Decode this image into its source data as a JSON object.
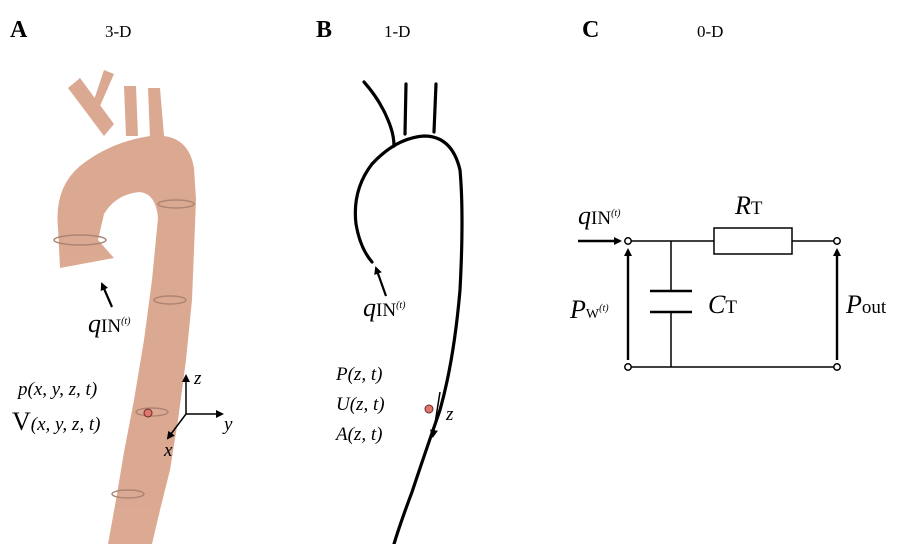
{
  "panels": [
    {
      "letter": "A",
      "title": "3-D"
    },
    {
      "letter": "B",
      "title": "1-D"
    },
    {
      "letter": "C",
      "title": "0-D"
    }
  ],
  "panel_a": {
    "inflow": {
      "symbol": "q",
      "sub": "IN",
      "sup": "(t)"
    },
    "pressure": "p(x, y, z, t)",
    "velocity_symbol": "V",
    "velocity_args": "(x, y, z, t)",
    "axes": {
      "x": "x",
      "y": "y",
      "z": "z"
    }
  },
  "panel_b": {
    "inflow": {
      "symbol": "q",
      "sub": "IN",
      "sup": "(t)"
    },
    "variables": [
      "P(z, t)",
      "U(z, t)",
      "A(z, t)"
    ],
    "axis": "z"
  },
  "panel_c": {
    "inflow": {
      "symbol": "q",
      "sub": "IN",
      "sup": "(t)"
    },
    "resistance": {
      "symbol": "R",
      "sub": "T"
    },
    "compliance": {
      "symbol": "C",
      "sub": "T"
    },
    "windkessel_pressure": {
      "symbol": "P",
      "sub": "W",
      "sup": "(t)"
    },
    "outlet_pressure": {
      "symbol": "P",
      "sub": "out"
    }
  },
  "colors": {
    "vessel_fill": "#d4977a",
    "vessel_ring": "#9a6a55",
    "marker": "#e0766c",
    "line": "#000000"
  }
}
